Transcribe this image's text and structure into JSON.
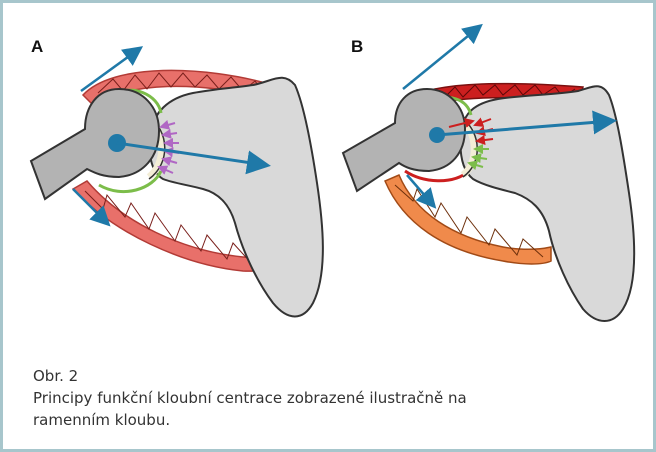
{
  "figure": {
    "panel_a_label": "A",
    "panel_b_label": "B",
    "caption_number": "Obr. 2",
    "caption_line1": "Principy funkční kloubní centrace zobrazené ilustračně na",
    "caption_line2": "ramenním kloubu."
  },
  "colors": {
    "frame": "#a7c6cc",
    "bone_fill": "#d9d9d9",
    "bone_stroke": "#333333",
    "muscle_red": "#e8706a",
    "muscle_dark_red": "#cc1f1f",
    "muscle_orange": "#f08a4b",
    "arrow_blue": "#1f79a8",
    "joint_green": "#7cbd4a",
    "force_purple": "#b067c4",
    "cartilage": "#f3edd6"
  }
}
